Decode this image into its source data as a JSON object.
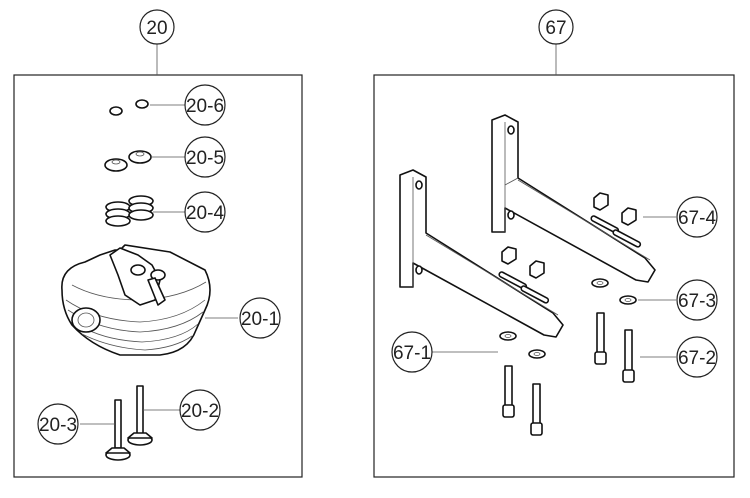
{
  "groups": [
    {
      "id": "20",
      "parts": [
        "20-6",
        "20-5",
        "20-4",
        "20-1",
        "20-2",
        "20-3"
      ]
    },
    {
      "id": "67",
      "parts": [
        "67-4",
        "67-3",
        "67-2",
        "67-1"
      ]
    }
  ]
}
